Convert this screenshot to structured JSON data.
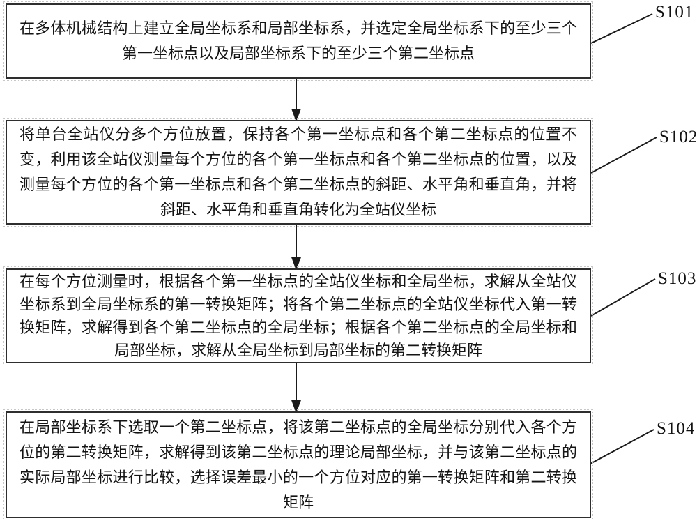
{
  "diagram": {
    "type": "flowchart",
    "orientation": "vertical",
    "colors": {
      "background": "#ffffff",
      "box_border": "#2e2e2e",
      "text": "#141414",
      "line": "#1a1a1a"
    },
    "steps": [
      {
        "label": "S101",
        "text": "在多体机械结构上建立全局坐标系和局部坐标系，并选定全局坐标系下的至少三个第一坐标点以及局部坐标系下的至少三个第二坐标点"
      },
      {
        "label": "S102",
        "text": "将单台全站仪分多个方位放置，保持各个第一坐标点和各个第二坐标点的位置不变，利用该全站仪测量每个方位的各个第一坐标点和各个第二坐标点的位置，以及测量每个方位的各个第一坐标点和各个第二坐标点的斜距、水平角和垂直角，并将斜距、水平角和垂直角转化为全站仪坐标"
      },
      {
        "label": "S103",
        "text": "在每个方位测量时，根据各个第一坐标点的全站仪坐标和全局坐标，求解从全站仪坐标系到全局坐标系的第一转换矩阵；将各个第二坐标点的全站仪坐标代入第一转换矩阵，求解得到各个第二坐标点的全局坐标；根据各个第二坐标点的全局坐标和局部坐标，求解从全局坐标到局部坐标的第二转换矩阵"
      },
      {
        "label": "S104",
        "text": "在局部坐标系下选取一个第二坐标点，将该第二坐标点的全局坐标分别代入各个方位的第二转换矩阵，求解得到该第二坐标点的理论局部坐标，并与该第二坐标点的实际局部坐标进行比较，选择误差最小的一个方位对应的第一转换矩阵和第二转换矩阵"
      }
    ]
  }
}
